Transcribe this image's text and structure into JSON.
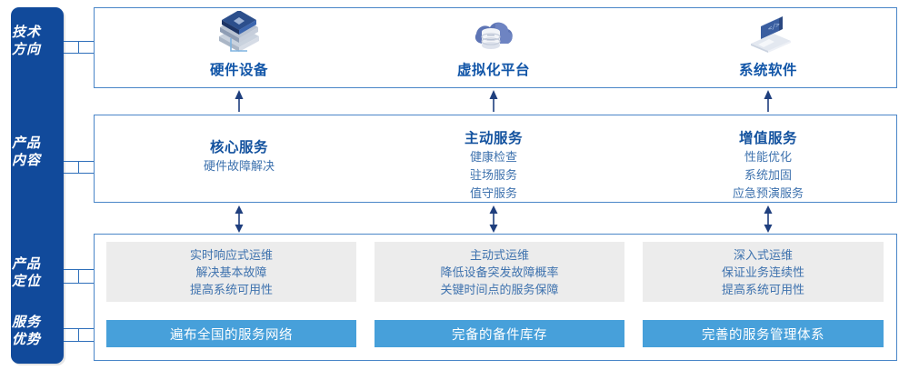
{
  "colors": {
    "sidebar_bg": "#114A9B",
    "box_border": "#4A86C8",
    "heading_blue": "#12519E",
    "body_blue": "#3E72AE",
    "card_grey": "#ECECEC",
    "bar_blue": "#47A0DA",
    "arrow_navy": "#1F3F7E"
  },
  "sidebar": {
    "items": [
      {
        "id": "tech-direction",
        "line1": "技术",
        "line2": "方向"
      },
      {
        "id": "product-content",
        "line1": "产品",
        "line2": "内容"
      },
      {
        "id": "product-position",
        "line1": "产品",
        "line2": "定位"
      },
      {
        "id": "service-advantage",
        "line1": "服务",
        "line2": "优势"
      }
    ]
  },
  "tech_directions": {
    "items": [
      {
        "id": "hardware",
        "label": "硬件设备",
        "icon": "server-stack-icon"
      },
      {
        "id": "virtualization",
        "label": "虚拟化平台",
        "icon": "cloud-database-icon"
      },
      {
        "id": "system-software",
        "label": "系统软件",
        "icon": "laptop-code-icon"
      }
    ]
  },
  "product_content": {
    "columns": [
      {
        "id": "core-service",
        "title": "核心服务",
        "items": [
          "硬件故障解决"
        ]
      },
      {
        "id": "proactive-service",
        "title": "主动服务",
        "items": [
          "健康检查",
          "驻场服务",
          "值守服务"
        ]
      },
      {
        "id": "value-added-service",
        "title": "增值服务",
        "items": [
          "性能优化",
          "系统加固",
          "应急预演服务"
        ]
      }
    ]
  },
  "product_positioning": {
    "cards": [
      {
        "id": "realtime-ops",
        "lines": [
          "实时响应式运维",
          "解决基本故障",
          "提高系统可用性"
        ]
      },
      {
        "id": "proactive-ops",
        "lines": [
          "主动式运维",
          "降低设备突发故障概率",
          "关键时间点的服务保障"
        ]
      },
      {
        "id": "deep-ops",
        "lines": [
          "深入式运维",
          "保证业务连续性",
          "提高系统可用性"
        ]
      }
    ]
  },
  "service_advantages": {
    "bars": [
      {
        "id": "service-network",
        "label": "遍布全国的服务网络"
      },
      {
        "id": "spare-parts",
        "label": "完备的备件库存"
      },
      {
        "id": "service-management",
        "label": "完善的服务管理体系"
      }
    ]
  }
}
